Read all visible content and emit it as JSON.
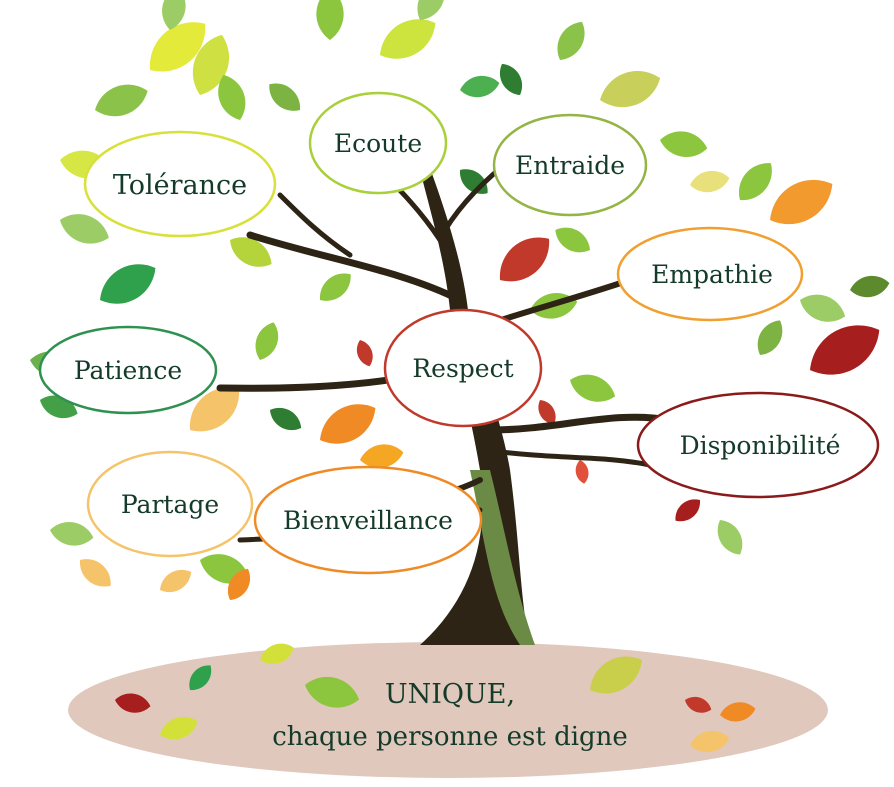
{
  "bubbles": [
    {
      "id": "tolerance",
      "text": "Tolérance",
      "stroke": "#d8e03a"
    },
    {
      "id": "ecoute",
      "text": "Ecoute",
      "stroke": "#a9cf3a"
    },
    {
      "id": "entraide",
      "text": "Entraide",
      "stroke": "#94b545"
    },
    {
      "id": "empathie",
      "text": "Empathie",
      "stroke": "#f0a030"
    },
    {
      "id": "patience",
      "text": "Patience",
      "stroke": "#2f9150"
    },
    {
      "id": "respect",
      "text": "Respect",
      "stroke": "#c0392b"
    },
    {
      "id": "disponibilite",
      "text": "Disponibilité",
      "stroke": "#8b1a1a"
    },
    {
      "id": "partage",
      "text": "Partage",
      "stroke": "#f5c46a"
    },
    {
      "id": "bienveillance",
      "text": "Bienveillance",
      "stroke": "#ef8a25"
    }
  ],
  "ground": {
    "line1": "UNIQUE,",
    "line2": "chaque personne est digne",
    "color": "#e0c8bd"
  },
  "colors": {
    "trunk": "#2e2415",
    "trunk_highlight": "#6b8a46",
    "text": "#143a2a"
  }
}
